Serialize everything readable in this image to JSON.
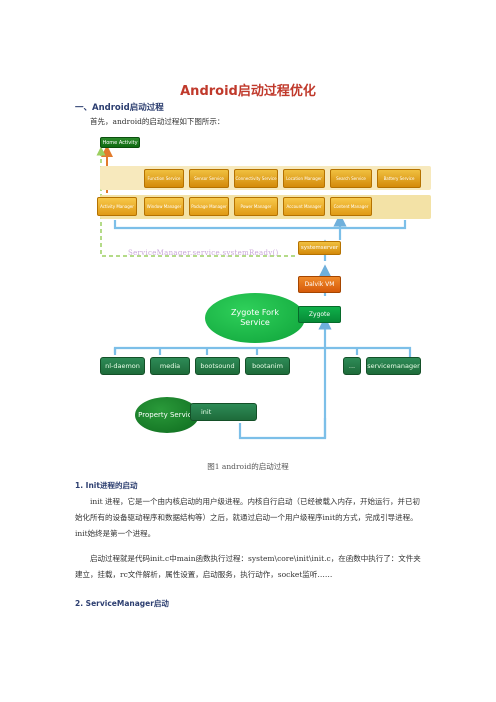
{
  "doc": {
    "title": "Android启动过程优化",
    "section1": "一、Android启动过程",
    "intro": "首先，android的启动过程如下图所示：",
    "caption": "图1 android的启动过程",
    "h_init": "1. Init进程的启动",
    "p_init1": "init 进程，它是一个由内核启动的用户级进程。内核自行启动（已经被载入内存，开始运行，并已初始化所有的设备驱动程序和数据结构等）之后，就通过启动一个用户级程序init的方式，完成引导进程。init始终是第一个进程。",
    "p_init2": "启动过程就是代码init.c中main函数执行过程：system\\core\\init\\init.c，在函数中执行了：文件夹建立，挂载，rc文件解析，属性设置，启动服务，执行动作，socket监听……",
    "h_sm": "2. ServiceManager启动"
  },
  "diagram": {
    "home_activity": "Home Activity",
    "services_row": [
      "Function Service",
      "Sensor Service",
      "Connectivity Service",
      "Location Manager",
      "Search Service",
      "Battery Service"
    ],
    "managers_row": [
      "Activity Manager",
      "Window Manager",
      "Package Manager",
      "Power Manager",
      "Account Manager",
      "Content Manager"
    ],
    "servicemanager_label": "ServiceManager.service.systemReady()",
    "systemserver": "systemserver",
    "dalvik": "Dalvik VM",
    "zygote_fork": "Zygote Fork Service",
    "zygote": "Zygote",
    "daemons": [
      "nl-daemon",
      "media",
      "bootsound",
      "bootanim",
      "...",
      "servicemanager"
    ],
    "property_service": "Property Service",
    "init": "init"
  }
}
